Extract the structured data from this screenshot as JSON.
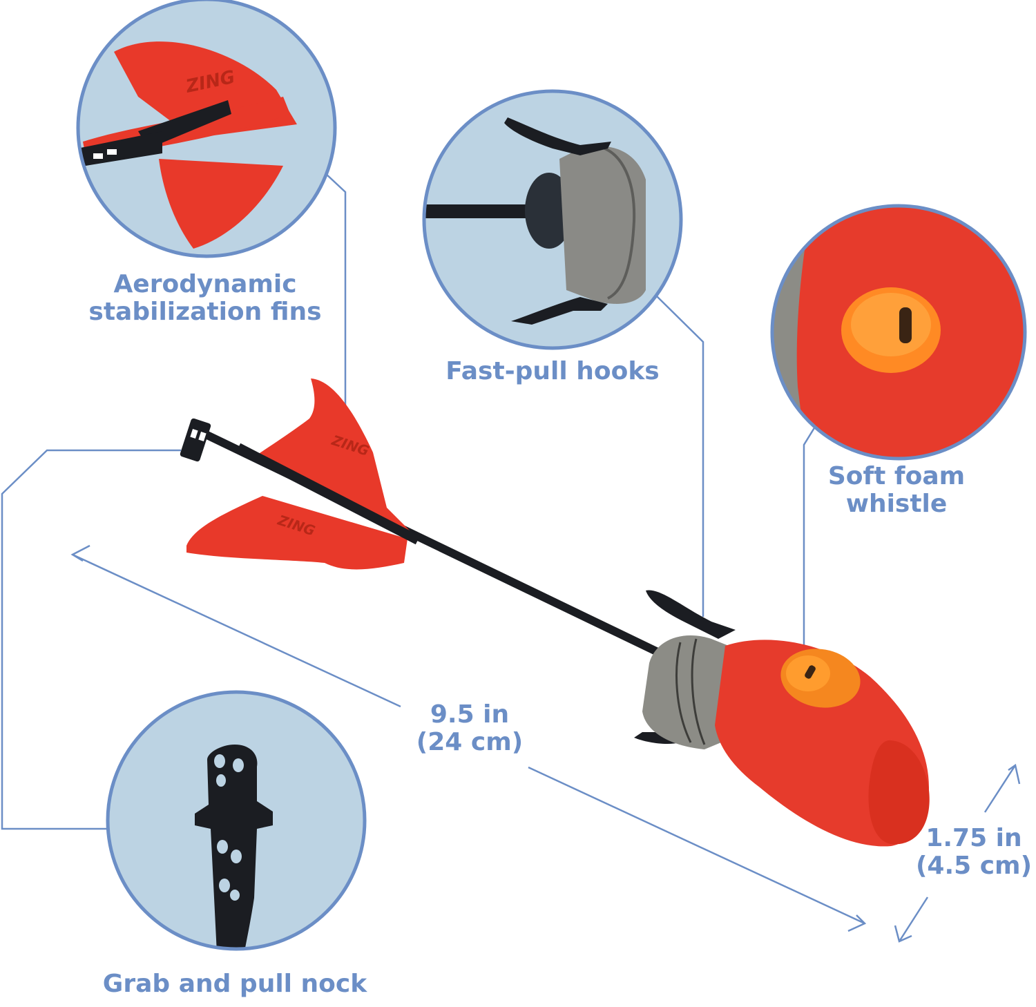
{
  "colors": {
    "accent": "#6b8ec6",
    "callout_fill": "#bcd3e3",
    "fin_red": "#e8392a",
    "foam_red": "#e63b2c",
    "foam_gray": "#8c8c86",
    "whistle_orange": "#f5871f",
    "shaft_black": "#1b1d22"
  },
  "callouts": {
    "fins": {
      "line1": "Aerodynamic",
      "line2": "stabilization fins"
    },
    "hooks": {
      "line1": "Fast-pull hooks"
    },
    "whistle": {
      "line1": "Soft foam",
      "line2": "whistle"
    },
    "nock": {
      "line1": "Grab and pull nock"
    }
  },
  "dimensions": {
    "length": {
      "line1": "9.5 in",
      "line2": "(24 cm)"
    },
    "diameter": {
      "line1": "1.75 in",
      "line2": "(4.5 cm)"
    }
  },
  "brand": {
    "fin_logo": "ZING"
  }
}
